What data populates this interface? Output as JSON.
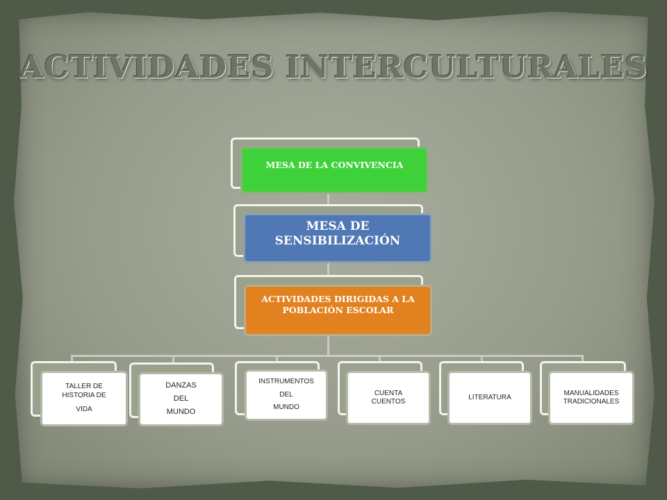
{
  "title": "ACTIVIDADES INTERCULTURALES",
  "diagram": {
    "level1": "MESA DE LA CONVIVENCIA",
    "level2": "MESA DE SENSIBILIZACIÓN",
    "level3": "ACTIVIDADES DIRIGIDAS A LA POBLACIÓN ESCOLAR",
    "activities": [
      {
        "lines": [
          "TALLER DE HISTORIA DE",
          "VIDA"
        ]
      },
      {
        "lines": [
          "DANZAS",
          "DEL",
          "MUNDO"
        ]
      },
      {
        "lines": [
          "INSTRUMENTOS",
          "DEL",
          "MUNDO"
        ]
      },
      {
        "lines": [
          "CUENTA",
          "CUENTOS"
        ]
      },
      {
        "lines": [
          "LITERATURA"
        ]
      },
      {
        "lines": [
          "MANUALIDADES",
          "TRADICIONALES"
        ]
      }
    ]
  },
  "colors": {
    "level1": "#3fd13a",
    "level2": "#4f78b4",
    "level3": "#e2811f",
    "leaf": "#ffffff",
    "background": "#979c8c"
  }
}
